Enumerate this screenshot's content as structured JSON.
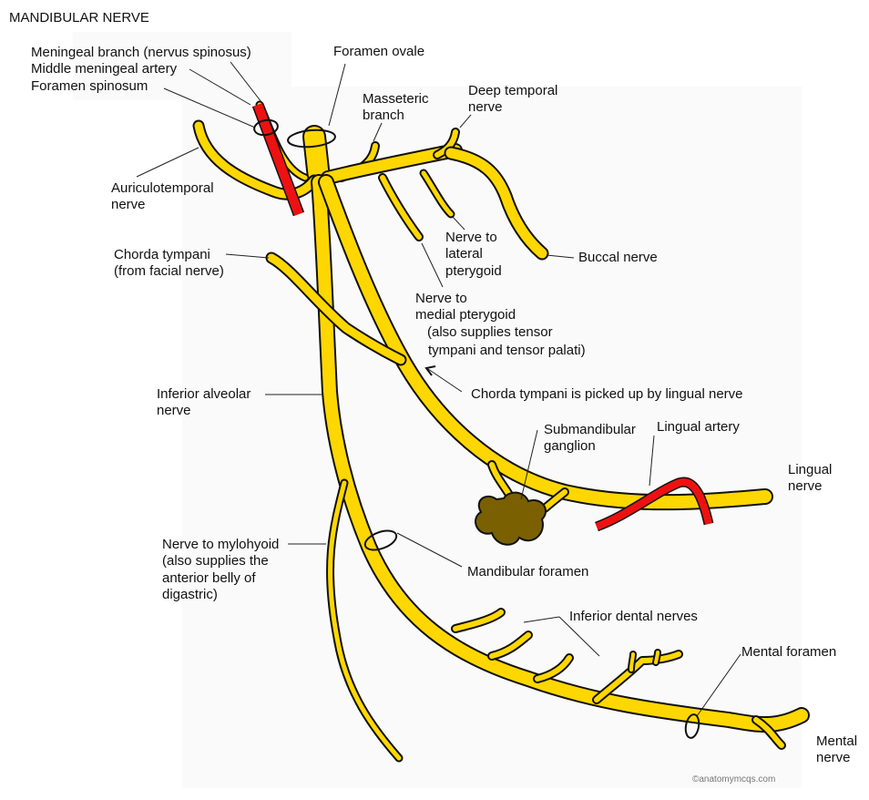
{
  "title": "MANDIBULAR NERVE",
  "colors": {
    "nerve": "#FFD700",
    "nerve_outline": "#111111",
    "artery": "#EE1111",
    "ganglion": "#7A6000",
    "background": "#FAFAFA"
  },
  "labels": {
    "meningeal_branch": "Meningeal branch (nervus spinosus)",
    "middle_meningeal_artery": "Middle meningeal artery",
    "foramen_spinosum": "Foramen spinosum",
    "foramen_ovale": "Foramen ovale",
    "masseteric_1": "Masseteric",
    "masseteric_2": "branch",
    "deep_temporal_1": "Deep temporal",
    "deep_temporal_2": "nerve",
    "auriculotemporal_1": "Auriculotemporal",
    "auriculotemporal_2": "nerve",
    "buccal": "Buccal nerve",
    "lateral_pterygoid_1": "Nerve to",
    "lateral_pterygoid_2": "lateral",
    "lateral_pterygoid_3": "pterygoid",
    "chorda_tympani_1": "Chorda tympani",
    "chorda_tympani_2": "(from facial nerve)",
    "medial_pterygoid_1": "Nerve to",
    "medial_pterygoid_2": "medial pterygoid",
    "medial_pterygoid_3": "(also supplies tensor",
    "medial_pterygoid_4": "tympani and tensor palati)",
    "chorda_pickup": "Chorda tympani is picked up by lingual nerve",
    "inferior_alveolar_1": "Inferior alveolar",
    "inferior_alveolar_2": "nerve",
    "submandibular_1": "Submandibular",
    "submandibular_2": "ganglion",
    "lingual_artery": "Lingual artery",
    "lingual_nerve_1": "Lingual",
    "lingual_nerve_2": "nerve",
    "mylohyoid_1": "Nerve to mylohyoid",
    "mylohyoid_2": "(also supplies the",
    "mylohyoid_3": "anterior belly of",
    "mylohyoid_4": "digastric)",
    "mandibular_foramen": "Mandibular foramen",
    "inferior_dental": "Inferior dental nerves",
    "mental_foramen": "Mental foramen",
    "mental_nerve_1": "Mental",
    "mental_nerve_2": "nerve"
  },
  "copyright": "©anatomymcqs.com"
}
